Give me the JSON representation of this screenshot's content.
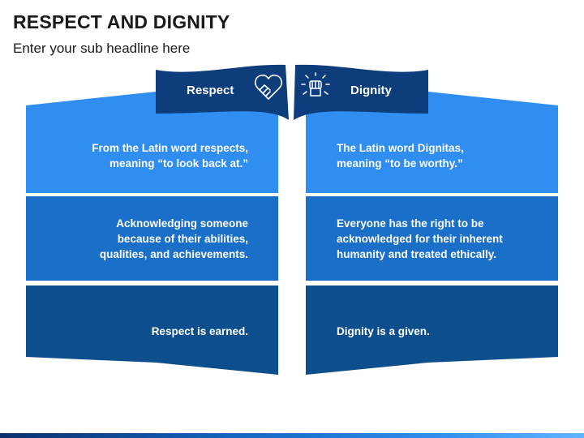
{
  "header": {
    "title": "RESPECT AND DIGNITY",
    "subtitle": "Enter your sub headline here"
  },
  "colors": {
    "banner": "#0d3d7a",
    "row1": "#2f8ef0",
    "row2": "#1a6fc8",
    "row3": "#0d4f8c",
    "text": "#ffffff"
  },
  "columns": [
    {
      "heading": "Respect",
      "icon": "handshake-heart-icon",
      "rows": [
        [
          "From the Latin word respects,",
          "meaning “to look back at.”"
        ],
        [
          "Acknowledging someone",
          "because of their abilities,",
          "qualities, and achievements."
        ],
        [
          "Respect is earned."
        ]
      ]
    },
    {
      "heading": "Dignity",
      "icon": "raised-fist-icon",
      "rows": [
        [
          "The Latin word Dignitas,",
          "meaning “to be worthy.”"
        ],
        [
          "Everyone has the right to be",
          "acknowledged for their inherent",
          "humanity and treated ethically."
        ],
        [
          "Dignity is a given."
        ]
      ]
    }
  ]
}
